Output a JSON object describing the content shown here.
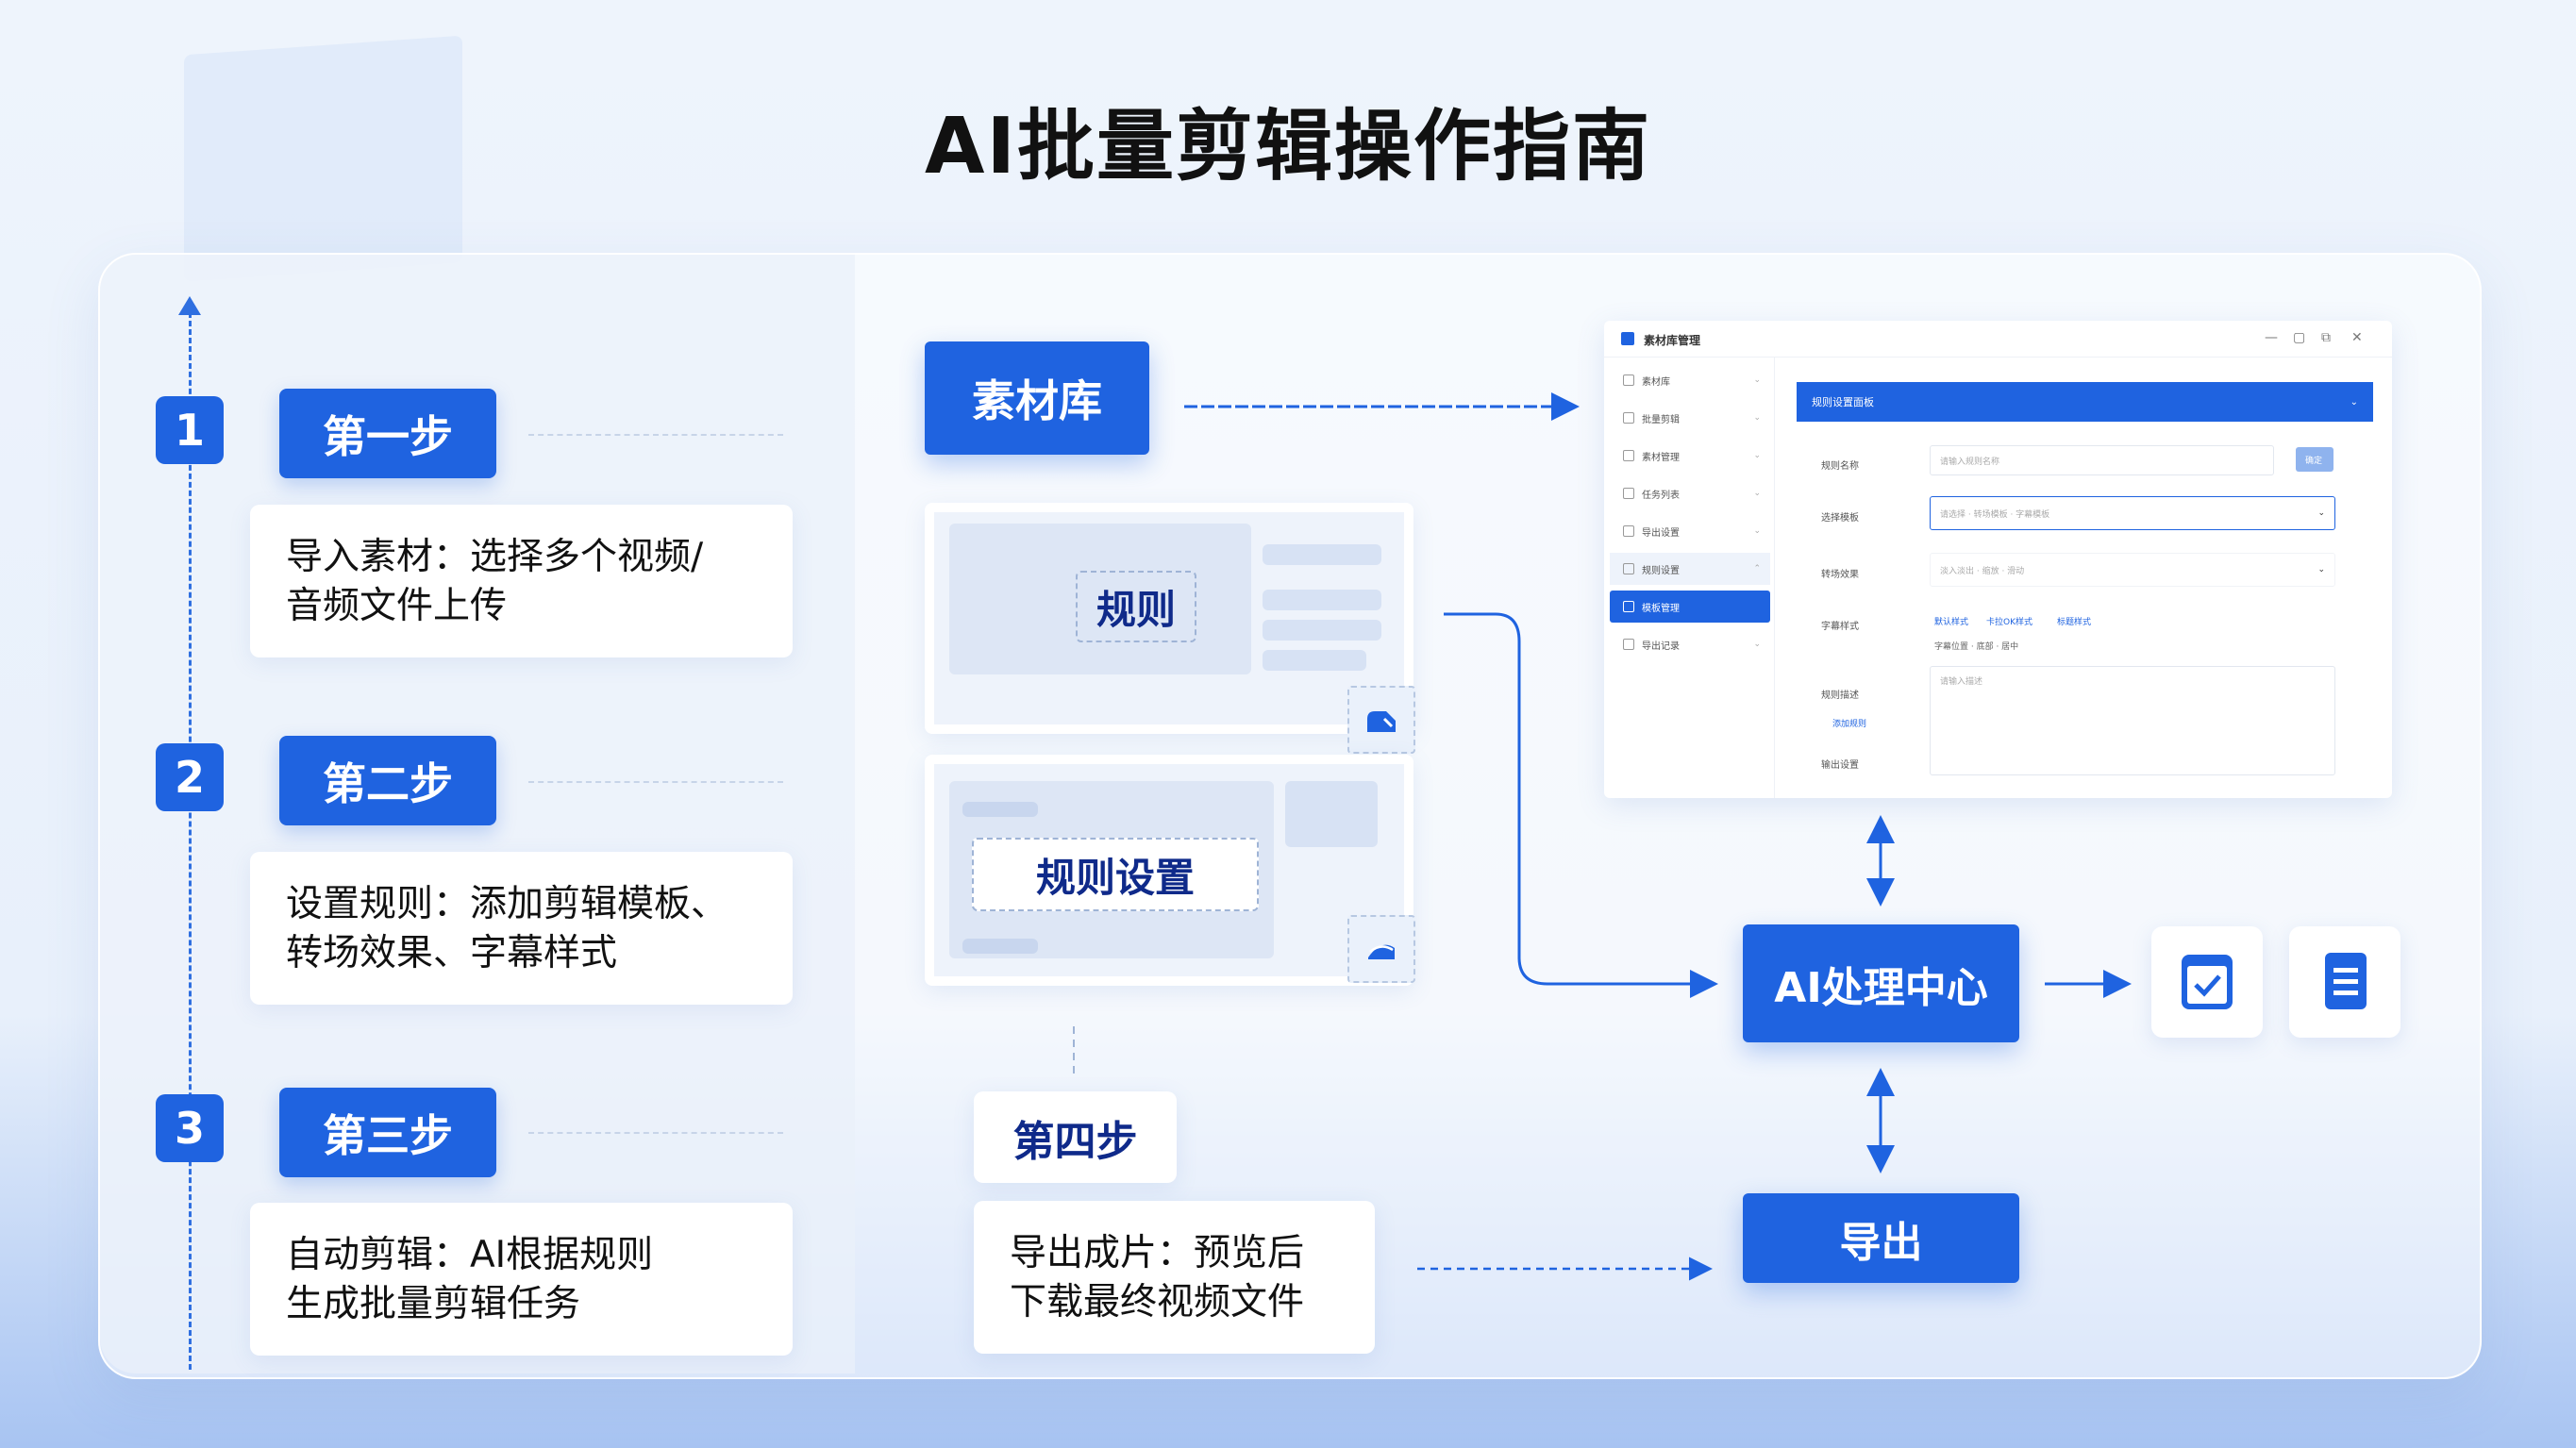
{
  "title": "AI批量剪辑操作指南",
  "steps": [
    {
      "number": "1",
      "label": "第一步",
      "lines": [
        "导入素材：选择多个视频/",
        "音频文件上传"
      ]
    },
    {
      "number": "2",
      "label": "第二步",
      "lines": [
        "设置规则：添加剪辑模板、",
        "转场效果、字幕样式"
      ]
    },
    {
      "number": "3",
      "label": "第三步",
      "lines": [
        "自动剪辑：AI根据规则",
        "生成批量剪辑任务"
      ]
    }
  ],
  "step4": {
    "label": "第四步",
    "lines": [
      "导出成片：预览后",
      "下载最终视频文件"
    ]
  },
  "diagram": {
    "material_library": "素材库",
    "rule": "规则",
    "rule_settings": "规则设置",
    "ai_center": "AI处理中心",
    "export": "导出"
  },
  "app_window": {
    "title": "素材库管理",
    "controls": [
      "—",
      "▢",
      "⧉",
      "✕"
    ],
    "sidebar": [
      "素材库",
      "批量剪辑",
      "素材管理",
      "任务列表",
      "导出设置",
      "规则设置",
      "模板管理",
      "导出记录"
    ],
    "active_index": 6,
    "header": "规则设置面板",
    "form": {
      "row1_label": "规则名称",
      "row1_placeholder": "请输入规则名称",
      "row1_btn": "确定",
      "row2_label": "选择模板",
      "row2_value": "请选择 · 转场模板 · 字幕模板",
      "row3_label": "转场效果",
      "row3_value": "淡入淡出 · 缩放 · 滑动",
      "row4_label": "字幕样式",
      "row4_links": [
        "默认样式",
        "卡拉OK样式",
        "标题样式"
      ],
      "row4_sub": "字幕位置 · 底部 · 居中",
      "row5_label": "规则描述",
      "row5_link": "添加规则",
      "row5_placeholder": "请输入描述",
      "row6_label": "输出设置"
    }
  },
  "icons": [
    "checklist-icon",
    "document-icon"
  ],
  "colors": {
    "primary": "#1f63e0",
    "text": "#111111",
    "background": "#eef4fc"
  }
}
